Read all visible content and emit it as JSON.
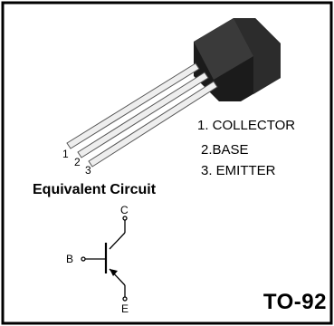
{
  "pins": {
    "collector": "1. COLLECTOR",
    "base": "2.BASE",
    "emitter": "3. EMITTER"
  },
  "pin_numbers": [
    "1",
    "2",
    "3"
  ],
  "circuit": {
    "title": "Equivalent  Circuit",
    "collector": "C",
    "base": "B",
    "emitter": "E"
  },
  "package": "TO-92",
  "colors": {
    "border": "#000000",
    "body": "#1a1a1a",
    "lead": "#e8e8e8"
  }
}
